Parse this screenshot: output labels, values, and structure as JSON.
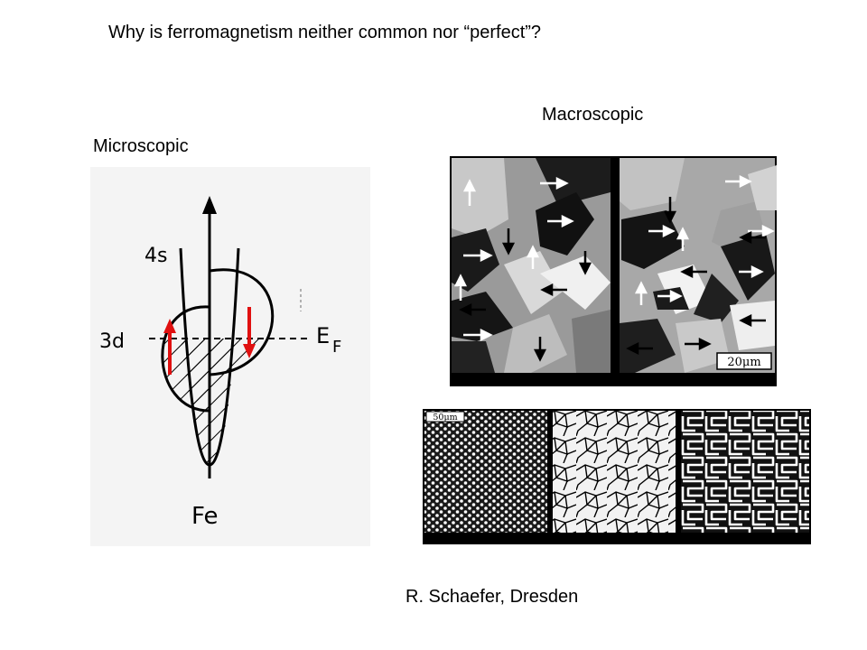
{
  "slide": {
    "title": "Why is ferromagnetism neither common nor “perfect”?",
    "macro_label": "Macroscopic",
    "micro_label": "Microscopic",
    "credit": "R. Schaefer, Dresden"
  },
  "dos_figure": {
    "label_4s": "4s",
    "label_3d": "3d",
    "label_ef": "E",
    "label_ef_sub": "F",
    "label_fe": "Fe",
    "arrow_color": "#e01010"
  },
  "domain_micrograph": {
    "scale_bar": "20μm"
  },
  "pattern_strip": {
    "scale_bar": "50μm"
  }
}
